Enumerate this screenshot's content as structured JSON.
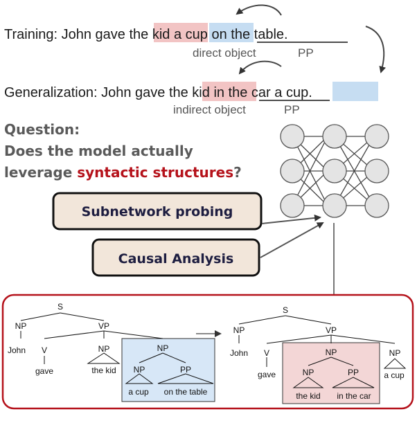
{
  "training": {
    "prefix": "Training: John gave ",
    "span_kid": "the kid",
    "span_cup": "a cup",
    "span_pp": "on the table",
    "suffix": ".",
    "label_object": "direct object",
    "label_pp": "PP"
  },
  "generalization": {
    "prefix": "Generalization: John gave ",
    "span_kid": "the kid",
    "span_pp": "in the car",
    "span_cup": "a cup",
    "suffix": ".",
    "label_object": "indirect object",
    "label_pp": "PP"
  },
  "question": {
    "line1": "Question:",
    "line2": "Does the model actually",
    "line3_prefix": "leverage ",
    "line3_highlight": "syntactic structures",
    "line3_suffix": "?"
  },
  "methods": {
    "subnetwork": "Subnetwork probing",
    "causal": "Causal Analysis"
  },
  "tree_left": {
    "S": "S",
    "NP": "NP",
    "VP": "VP",
    "John": "John",
    "V": "V",
    "gave": "gave",
    "NP2": "NP",
    "the_kid": "the kid",
    "NP3": "NP",
    "NP4": "NP",
    "PP": "PP",
    "a_cup": "a cup",
    "on_the_table": "on the table"
  },
  "tree_right": {
    "S": "S",
    "NP": "NP",
    "VP": "VP",
    "John": "John",
    "V": "V",
    "gave": "gave",
    "NP2": "NP",
    "NP3": "NP",
    "PP": "PP",
    "the_kid": "the kid",
    "in_the_car": "in the car",
    "NP4": "NP",
    "a_cup": "a cup"
  },
  "colors": {
    "highlight_red": "#f2c4c4",
    "highlight_blue": "#c6ddf2",
    "accent_red": "#b5121b",
    "button_fill": "#f2e6da",
    "node_fill": "#e4e4e4"
  }
}
